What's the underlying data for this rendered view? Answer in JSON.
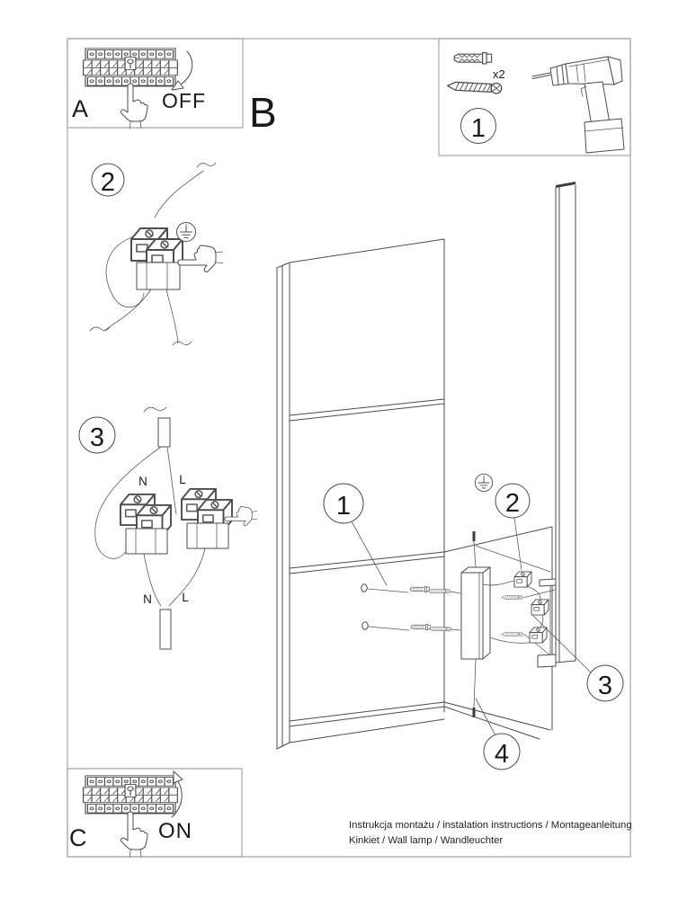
{
  "panel_a": {
    "letter": "A",
    "action": "OFF"
  },
  "section_b": {
    "letter": "B"
  },
  "panel_c": {
    "letter": "C",
    "action": "ON"
  },
  "parts_box": {
    "number": "1",
    "quantity": "x2"
  },
  "steps": {
    "two": "2",
    "three": "3"
  },
  "callouts": {
    "one": "1",
    "two": "2",
    "three": "3",
    "four": "4"
  },
  "wiring_labels": {
    "top_n": "N",
    "top_l": "L",
    "bottom_n": "N",
    "bottom_l": "L"
  },
  "footer": {
    "line1": "Instrukcja montażu / instalation instructions / Montageanleitung",
    "line2": "Kinkiet / Wall lamp / Wandleuchter"
  },
  "colors": {
    "line": "#4d4d4d",
    "border": "#a6a6a6",
    "text": "#1a1a1a",
    "background": "#ffffff"
  }
}
